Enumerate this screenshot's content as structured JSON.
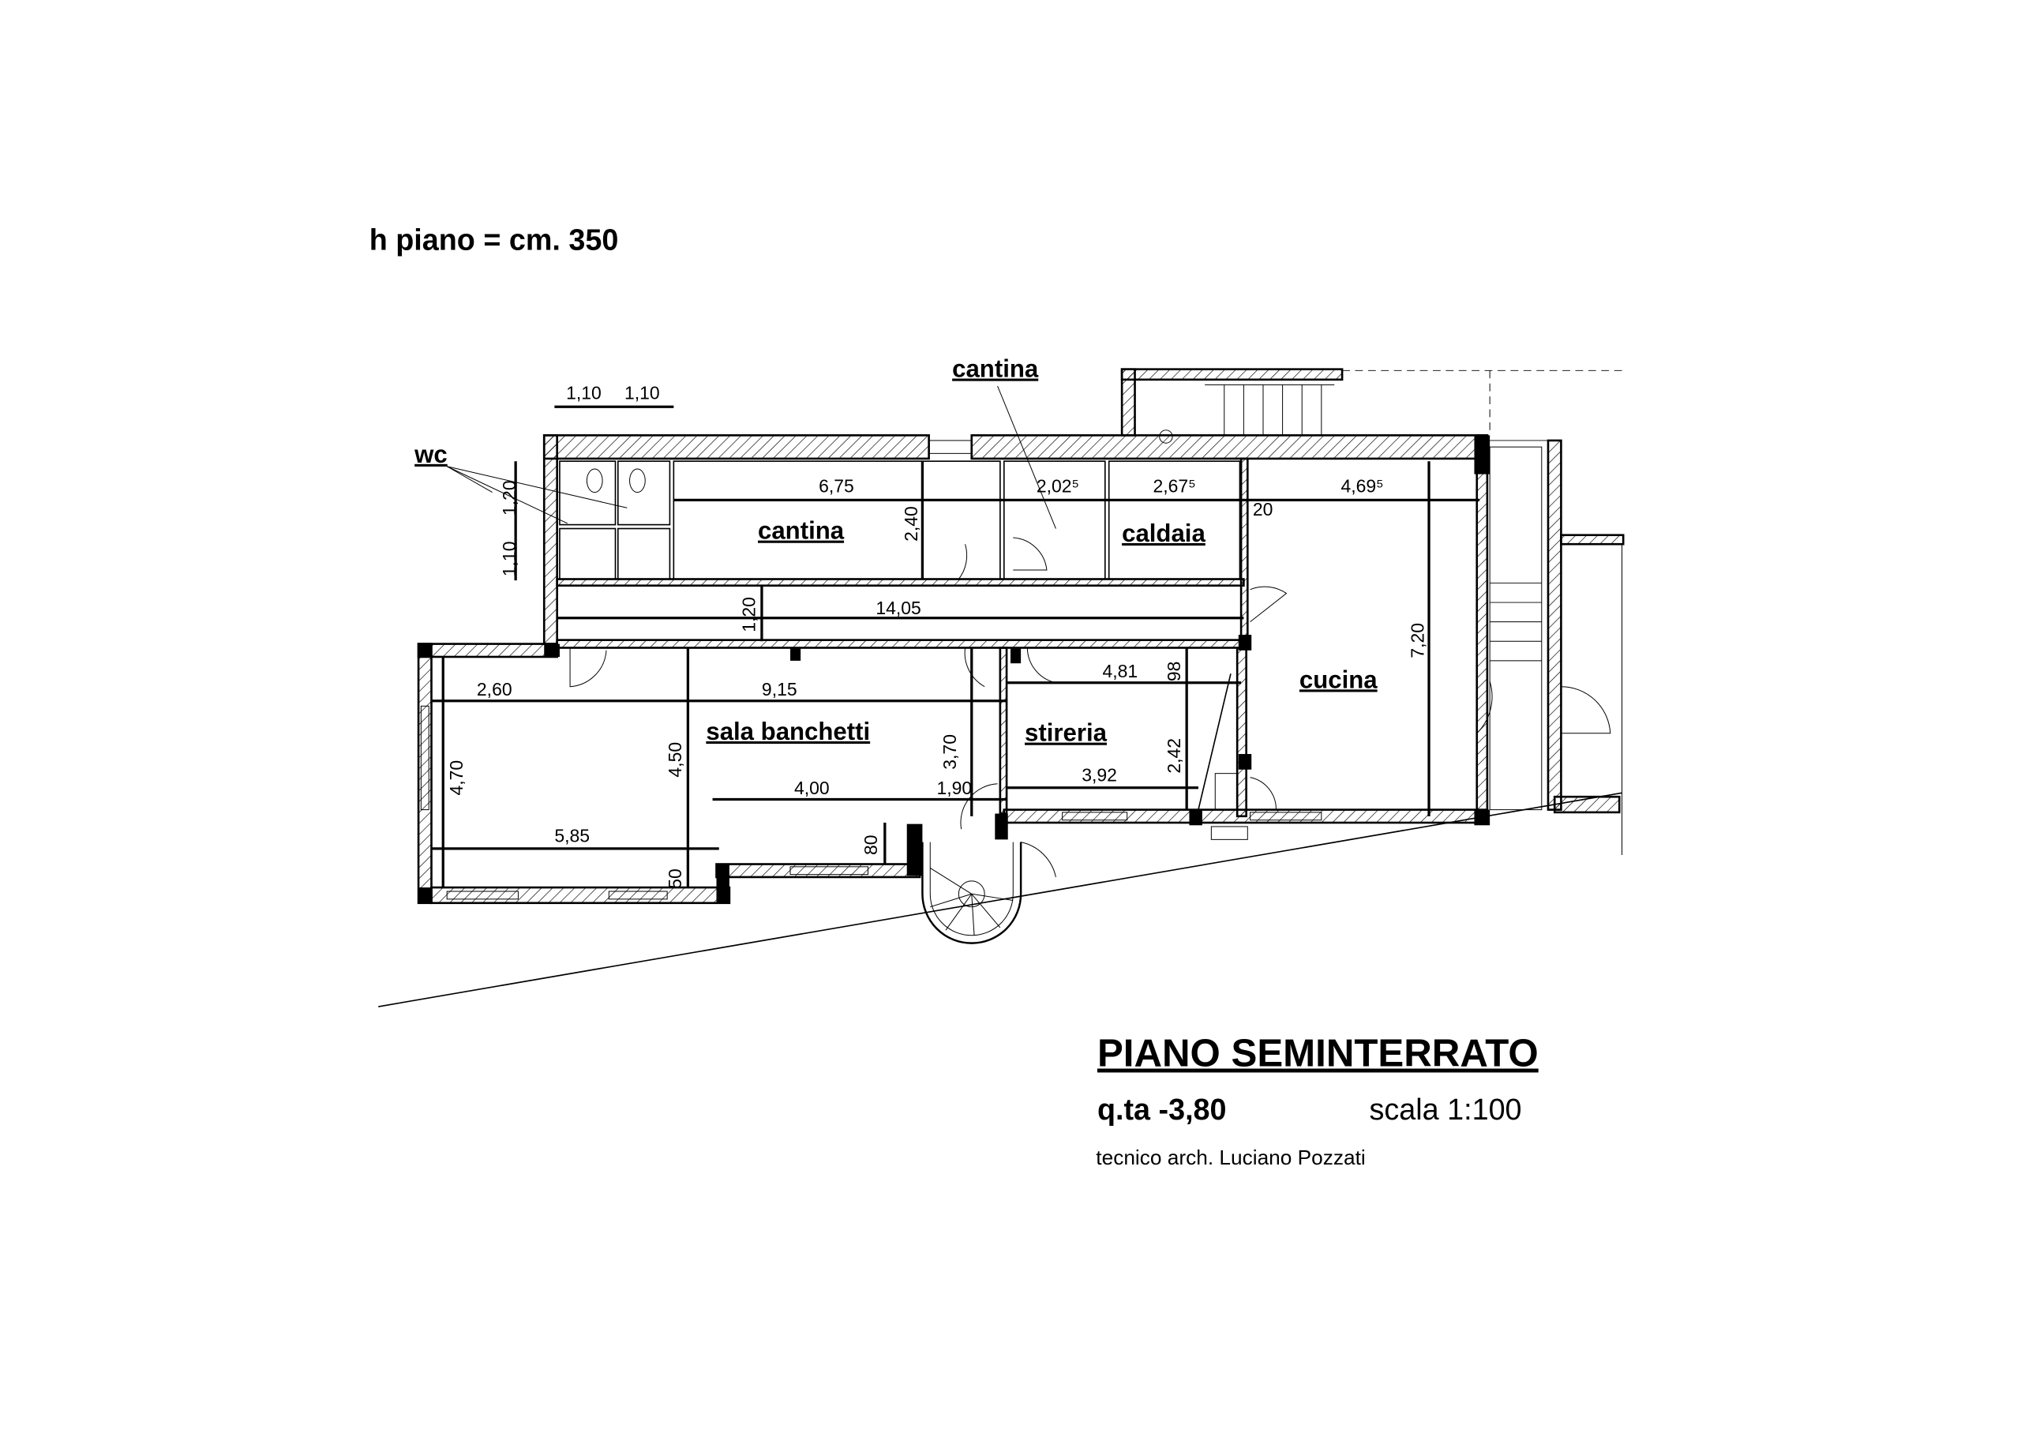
{
  "header": {
    "floor_height": "h piano = cm. 350"
  },
  "rooms": {
    "cantina_top": "cantina",
    "wc": "wc",
    "cantina": "cantina",
    "caldaia": "caldaia",
    "cucina": "cucina",
    "sala_banchetti": "sala banchetti",
    "stireria": "stireria"
  },
  "dimensions": {
    "wc_w1": "1,10",
    "wc_w2": "1,10",
    "wc_h1": "1,20",
    "wc_h2": "1,10",
    "cantina_w": "6,75",
    "cantina_h": "2,40",
    "cantina2_w": "2,02⁵",
    "caldaia_w": "2,67⁵",
    "wall20": "20",
    "cucina_w": "4,69⁵",
    "corr_h": "1,20",
    "corr_w": "14,05",
    "cucina_h": "7,20",
    "sala_w1": "2,60",
    "sala_w2": "9,15",
    "stir_w1": "4,81",
    "stir_d": "98",
    "sala_h1": "4,70",
    "sala_h2": "4,50",
    "sala_h3": "3,70",
    "stir_h": "2,42",
    "stir_w2": "3,92",
    "sala_w3": "4,00",
    "sala_w4": "1,90",
    "sala_w5": "5,85",
    "step80": "80",
    "step50": "50"
  },
  "title_block": {
    "title": "PIANO SEMINTERRATO",
    "level": "q.ta -3,80",
    "scale": "scala 1:100",
    "author": "tecnico arch. Luciano Pozzati"
  }
}
